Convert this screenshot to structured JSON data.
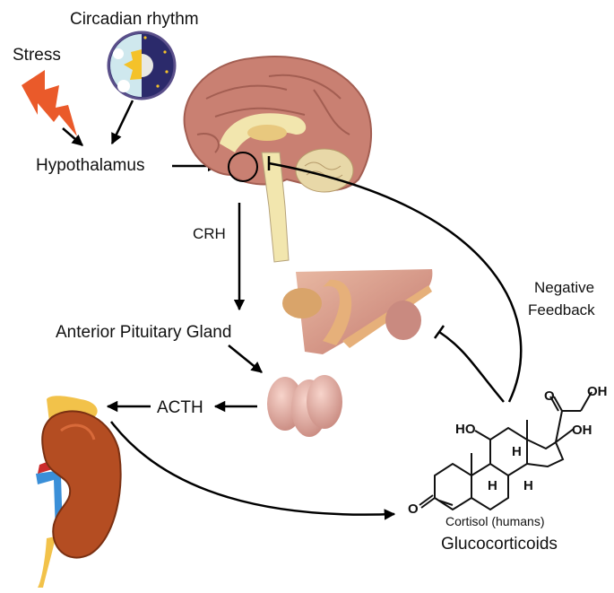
{
  "title": "HPA axis: cortisol regulation",
  "colors": {
    "stress": "#ea5a2a",
    "night": "#2b2a6b",
    "day_sky": "#cfe8ee",
    "sun": "#f4c22a",
    "brain": "#c98072",
    "kidney": "#b44d22",
    "adrenal": "#f2c24a",
    "pituitary": "#e3a99b",
    "arrow": "#000000"
  },
  "nodes": {
    "stress": {
      "label": "Stress",
      "icon": "lightning-bolt-icon"
    },
    "circadian": {
      "label": "Circadian rhythm",
      "icon": "day-night-icon"
    },
    "hypothalamus": {
      "label": "Hypothalamus"
    },
    "brain": {
      "icon": "brain-sagittal-icon"
    },
    "crh": {
      "label": "CRH"
    },
    "pituitary": {
      "label": "Anterior Pituitary Gland",
      "icon": "pituitary-gland-icon"
    },
    "acth": {
      "label": "ACTH"
    },
    "adrenal": {
      "icon": "kidney-adrenal-icon"
    },
    "cortisol": {
      "caption": "Cortisol (humans)",
      "label": "Glucocorticoids"
    },
    "feedback": {
      "line1": "Negative",
      "line2": "Feedback"
    }
  },
  "molecule": {
    "atoms": [
      "O",
      "OH",
      "HO",
      "OH",
      "H",
      "H",
      "H",
      "O"
    ]
  }
}
